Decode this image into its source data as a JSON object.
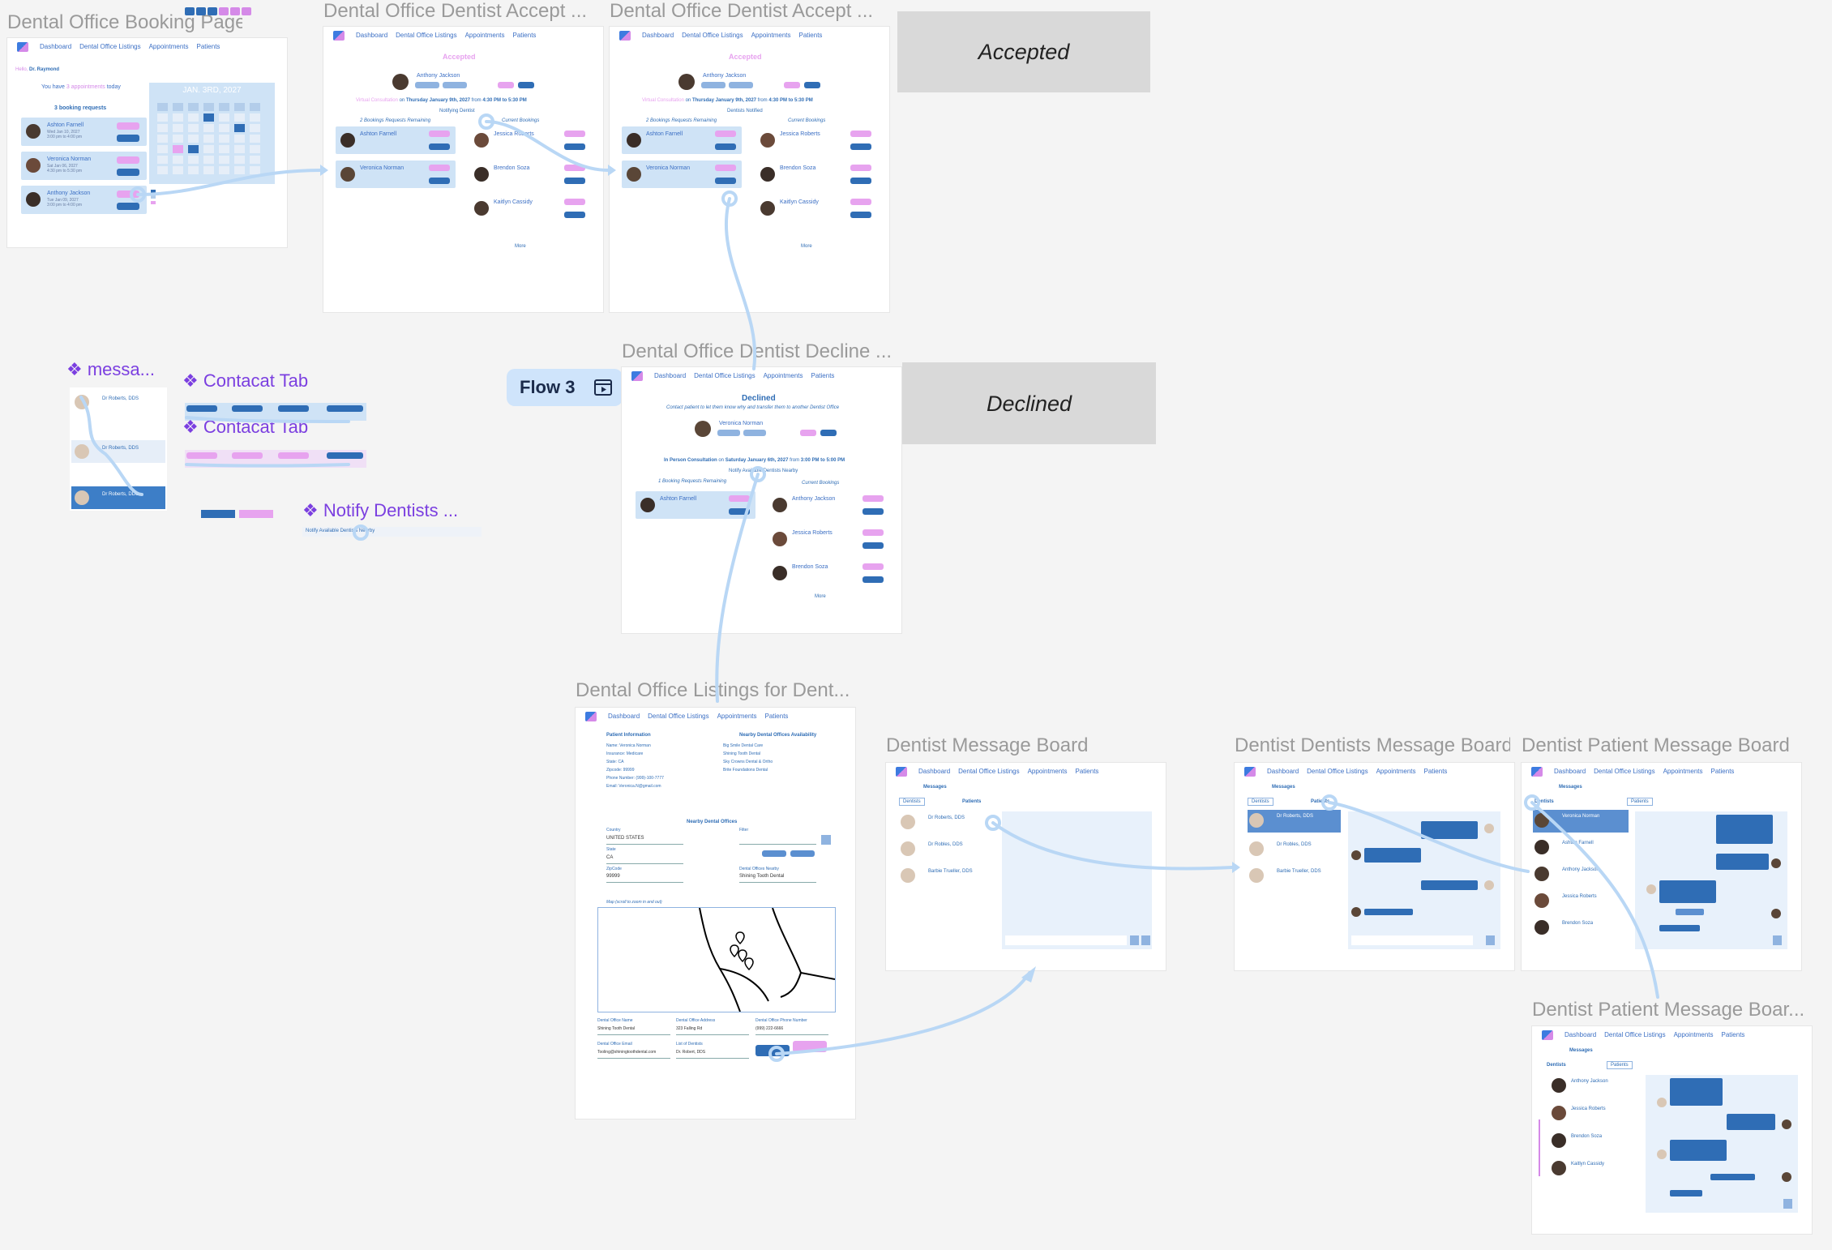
{
  "frames": {
    "booking": {
      "title": "Dental Office Booking Page"
    },
    "accept1": {
      "title": "Dental Office Dentist  Accept ..."
    },
    "accept2": {
      "title": "Dental Office Dentist  Accept ..."
    },
    "decline": {
      "title": "Dental Office Dentist Decline ..."
    },
    "listings": {
      "title": "Dental Office Listings for Dent..."
    },
    "msg_board": {
      "title": "Dentist Message Board"
    },
    "dentists_msg_board": {
      "title": "Dentist Dentists Message Board"
    },
    "patient_msg_board": {
      "title": "Dentist Patient Message Board"
    },
    "patient_msg_board2": {
      "title": "Dentist Patient Message Boar..."
    }
  },
  "nav": {
    "dashboard": "Dashboard",
    "listings": "Dental Office Listings",
    "appointments": "Appointments",
    "patients": "Patients"
  },
  "booking": {
    "greeting_prefix": "Hello,",
    "doctor": "Dr. Raymond",
    "you_have": "You have",
    "appointments_count": "3 appointments",
    "today": "today",
    "requests_header": "3 booking requests",
    "calendar_title": "JAN. 3RD, 2027",
    "requests": [
      {
        "name": "Ashton Farnell",
        "date": "Wed Jan 10, 2027",
        "time": "3:00 pm to 4:00 pm"
      },
      {
        "name": "Veronica Norman",
        "date": "Sat Jan 06, 2027",
        "time": "4:30 pm to 5:30 pm"
      },
      {
        "name": "Anthony Jackson",
        "date": "Tue Jan 09, 2027",
        "time": "3:00 pm to 4:00 pm"
      }
    ]
  },
  "accept": {
    "status": "Accepted",
    "patient": "Anthony Jackson",
    "consult_type": "Virtual Consultation",
    "consult_on": "on",
    "consult_date": "Thursday January 9th, 2027",
    "consult_from": "from",
    "consult_time": "4:30 PM to 5:30 PM",
    "notifying": "Notifying Dentist",
    "notified": "Dentists Notified",
    "remaining": "2 Bookings Requests Remaining",
    "current": "Current Bookings",
    "left": [
      {
        "name": "Ashton Farnell"
      },
      {
        "name": "Veronica Norman"
      }
    ],
    "right": [
      {
        "name": "Jessica Roberts"
      },
      {
        "name": "Brendon Soza"
      },
      {
        "name": "Kaitlyn Cassidy"
      }
    ],
    "more": "More"
  },
  "decline": {
    "status": "Declined",
    "subtitle": "Contact patient to let them know why and transfer them to another Dentist Office",
    "patient": "Veronica Norman",
    "consult_type": "In Person Consultation",
    "consult_on": "on",
    "consult_date": "Saturday January 6th, 2027",
    "consult_from": "from",
    "consult_time": "3:00 PM to 5:00 PM",
    "notify": "Notify Available Dentists Nearby",
    "remaining": "1 Booking Requests Remaining",
    "current": "Current Bookings",
    "left": [
      {
        "name": "Ashton Farnell"
      }
    ],
    "right": [
      {
        "name": "Anthony Jackson"
      },
      {
        "name": "Jessica Roberts"
      },
      {
        "name": "Brendon Soza"
      }
    ],
    "more": "More"
  },
  "badges": {
    "accepted": "Accepted",
    "declined": "Declined",
    "flow3": "Flow 3"
  },
  "components": {
    "messages": "❖ messa...",
    "contact_tab1": "❖ Contacat Tab",
    "contact_tab2": "❖ Contacat Tab",
    "notify_dentists": "❖ Notify Dentists ...",
    "dr_roberts": "Dr Roberts, DDS",
    "notify_label": "Notify Available Dentists Nearby"
  },
  "listings": {
    "patient_info": "Patient Information",
    "availability": "Nearby Dental Offices Availability",
    "fields": [
      "Name: Veronica Norman",
      "Insurance: Medicare",
      "State: CA",
      "Zipcode: 99999",
      "Phone Number: (999)-100-7777",
      "Email: Veronica.N@gmail.com"
    ],
    "offices": [
      "Big Smile Dental Care",
      "Shining Tooth Dental",
      "Sky Crowns Dental & Ortho",
      "Brite Foundations Dental"
    ],
    "nearby": "Nearby Dental Offices",
    "country_label": "Country",
    "country": "UNITED STATES",
    "state_label": "State",
    "state": "CA",
    "zip_label": "ZipCode",
    "zip": "99999",
    "filter_label": "Filter",
    "nearby_label": "Dental Offices Nearby",
    "nearby_value": "Shining Tooth Dental",
    "map_hint": "Map (scroll to zoom in and out)",
    "office_name_label": "Dental Office Name",
    "office_name": "Shining Tooth Dental",
    "office_address_label": "Dental Office Address",
    "office_address": "323 Falling Rd",
    "office_phone_label": "Dental Office Phone Number",
    "office_phone": "(999) 222-6666",
    "office_email_label": "Dental Office Email",
    "office_email": "Tooling@shiningtoothdental.com",
    "dentists_label": "List of Dentists",
    "dentists_value": "Dr. Robert, DDS"
  },
  "messages": {
    "header": "Messages",
    "tab_dentists": "Dentists",
    "tab_patients": "Patients",
    "dentists": [
      {
        "name": "Dr Roberts, DDS"
      },
      {
        "name": "Dr Robles, DDS"
      },
      {
        "name": "Barbie Trueller, DDS"
      }
    ],
    "patients": [
      {
        "name": "Veronica Norman"
      },
      {
        "name": "Ashton Farnell"
      },
      {
        "name": "Anthony Jackson"
      },
      {
        "name": "Jessica Roberts"
      },
      {
        "name": "Brendon Soza"
      }
    ],
    "patients2": [
      {
        "name": "Anthony Jackson"
      },
      {
        "name": "Jessica Roberts"
      },
      {
        "name": "Brendon Soza"
      },
      {
        "name": "Kaitlyn Cassidy"
      }
    ]
  },
  "colors": {
    "accent_blue": "#2f6db5",
    "accent_pink": "#e7a3ef",
    "flow_line": "#b9d7f5",
    "component_purple": "#7b3fe0"
  }
}
